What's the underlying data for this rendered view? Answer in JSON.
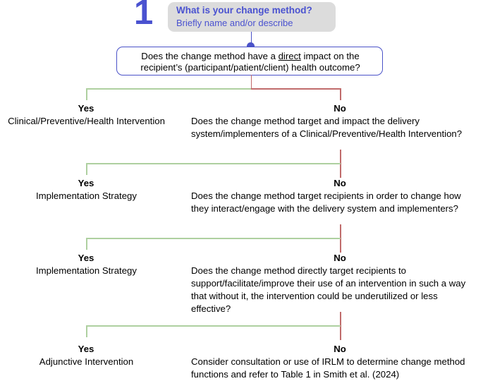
{
  "header": {
    "step_number": "1",
    "prompt_title": "What is your change method?",
    "prompt_subtitle": "Briefly name and/or describe",
    "number_color": "#4a52d0",
    "box_color": "#dcdcdc",
    "text_color": "#4a52d0"
  },
  "colors": {
    "box_border": "#4a52c8",
    "yes_line": "#aed0a0",
    "no_line": "#c06b6b",
    "text": "#000000"
  },
  "root_question": {
    "part1": "Does the change method have a ",
    "emphasis": "direct",
    "part2": " impact on the",
    "line2": "recipient’s (participant/patient/client) health outcome?"
  },
  "levels": [
    {
      "yes_label": "Yes",
      "yes_outcome": "Clinical/Preventive/Health Intervention",
      "no_label": "No",
      "no_question": "Does the change method target and impact the delivery system/implementers of a Clinical/Preventive/Health Intervention?"
    },
    {
      "yes_label": "Yes",
      "yes_outcome": "Implementation Strategy",
      "no_label": "No",
      "no_question": "Does the change method target recipients in order to change how they interact/engage with the delivery system and implementers?"
    },
    {
      "yes_label": "Yes",
      "yes_outcome": "Implementation Strategy",
      "no_label": "No",
      "no_question": "Does the change method directly target recipients to support/facilitate/improve their use of an intervention in such a way that without it, the intervention could be underutilized or less effective?"
    },
    {
      "yes_label": "Yes",
      "yes_outcome": "Adjunctive Intervention",
      "no_label": "No",
      "no_question": "Consider consultation or use of IRLM to determine change method functions and refer to Table 1 in Smith et al. (2024)"
    }
  ]
}
